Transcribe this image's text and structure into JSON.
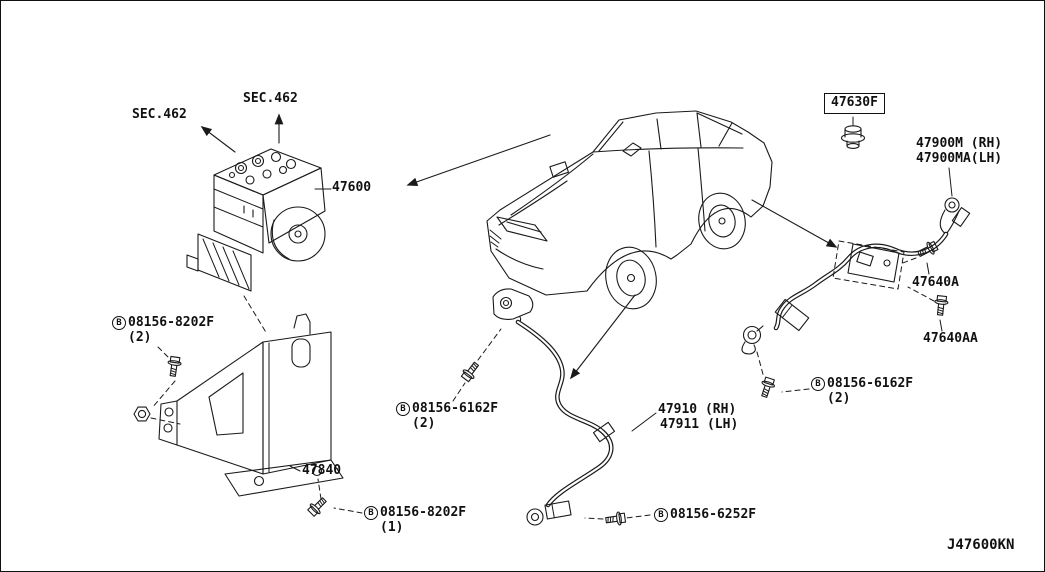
{
  "section_refs": {
    "left": "SEC.462",
    "top": "SEC.462"
  },
  "parts": {
    "actuator": "47600",
    "grommet": "47630F",
    "rear_sensor_rh": "47900M (RH)",
    "rear_sensor_lh": "47900MA(LH)",
    "sensor_bracket": "47640A",
    "sensor_bracket_bolt": "47640AA",
    "front_sensor_rh": "47910 (RH)",
    "front_sensor_lh": "47911 (LH)",
    "bracket": "47840"
  },
  "fasteners": {
    "left_upper": {
      "prefix": "B",
      "number": "08156-8202F",
      "qty": "(2)"
    },
    "front_sensor": {
      "prefix": "B",
      "number": "08156-6162F",
      "qty": "(2)"
    },
    "rear_sensor": {
      "prefix": "B",
      "number": "08156-6162F",
      "qty": "(2)"
    },
    "bracket_lower": {
      "prefix": "B",
      "number": "08156-8202F",
      "qty": "(1)"
    },
    "front_sensor_mount": {
      "prefix": "B",
      "number": "08156-6252F"
    }
  },
  "footer": {
    "code": "J47600KN"
  }
}
